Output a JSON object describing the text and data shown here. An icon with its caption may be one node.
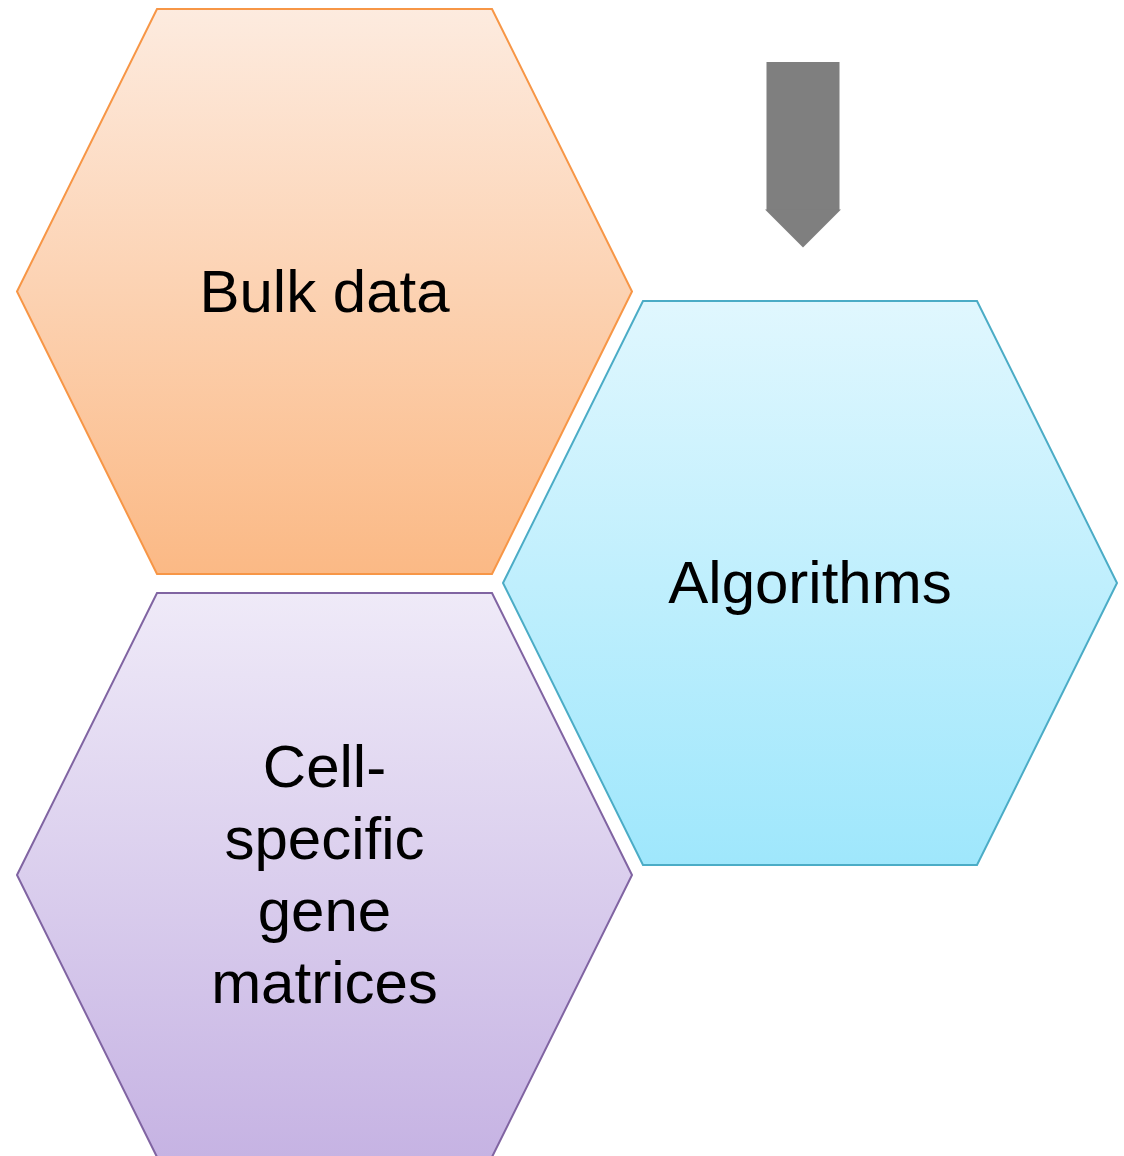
{
  "diagram": {
    "nodes": [
      {
        "text": [
          "Bulk data"
        ]
      },
      {
        "text": [
          "Algorithms"
        ]
      },
      {
        "text": [
          "Cell-specific gene matrices"
        ]
      }
    ],
    "edges": [
      {
        "from": null,
        "to": 1,
        "arrow": "to"
      }
    ]
  }
}
